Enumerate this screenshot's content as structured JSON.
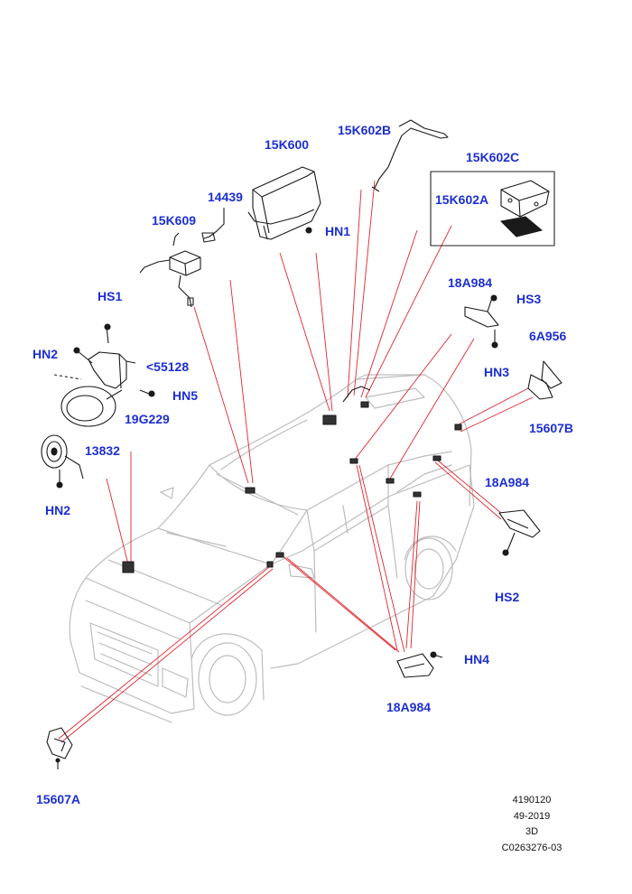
{
  "labels": {
    "p15K602B": "15K602B",
    "p15K600": "15K600",
    "p15K602C": "15K602C",
    "p14439": "14439",
    "p15K602A": "15K602A",
    "p15K609": "15K609",
    "HN1": "HN1",
    "p18A984_top": "18A984",
    "HS3": "HS3",
    "HS1": "HS1",
    "HN3": "HN3",
    "p6A956": "6A956",
    "HN2_left": "HN2",
    "p55128": "<55128",
    "HN5": "HN5",
    "p19G229": "19G229",
    "p15607B": "15607B",
    "p13832": "13832",
    "p18A984_right": "18A984",
    "HN2_bottom": "HN2",
    "HS2": "HS2",
    "HN4": "HN4",
    "p18A984_bottom": "18A984",
    "p15607A": "15607A"
  },
  "meta": {
    "line1": "4190120",
    "line2": "49-2019",
    "line3": "3D",
    "line4": "C0263276-03"
  },
  "colors": {
    "label": "#1c2fd1",
    "leader": "#e0262f",
    "part": "#1a1a1a",
    "vehicle": "#b8b8b8"
  }
}
